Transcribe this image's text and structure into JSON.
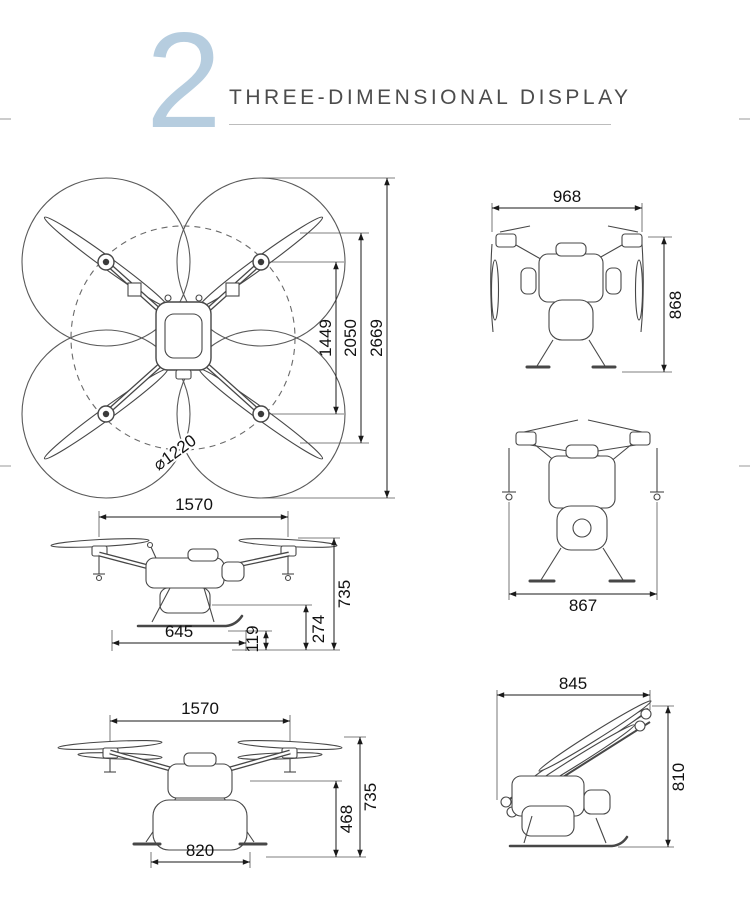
{
  "header": {
    "section_number": "2",
    "title": "THREE-DIMENSIONAL DISPLAY"
  },
  "top_view": {
    "hub_span": "1449",
    "prop_clearance": "2050",
    "overall_width": "2669",
    "rotor_diameter": "⌀1220"
  },
  "front_view": {
    "width": "968",
    "height": "868"
  },
  "rear_view": {
    "width": "867"
  },
  "side_view": {
    "span": "1570",
    "height": "735",
    "frame_height": "274",
    "skid_height": "119",
    "skid_length": "645"
  },
  "front_view_unfolded": {
    "span": "1570",
    "height": "735",
    "body_height": "468",
    "tank_width": "820"
  },
  "folded_view": {
    "length": "845",
    "height": "810"
  }
}
